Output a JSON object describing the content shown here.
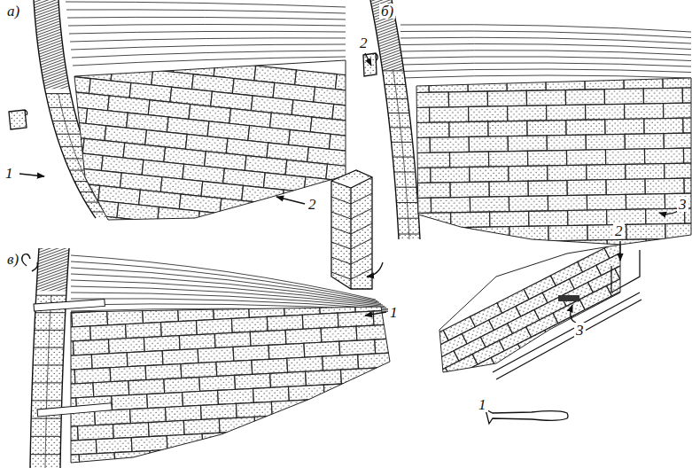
{
  "diagram": {
    "labels": [
      "а)",
      "1",
      "2",
      "б)",
      "2",
      "3",
      "в)",
      "1",
      "2",
      "3",
      "1"
    ]
  }
}
